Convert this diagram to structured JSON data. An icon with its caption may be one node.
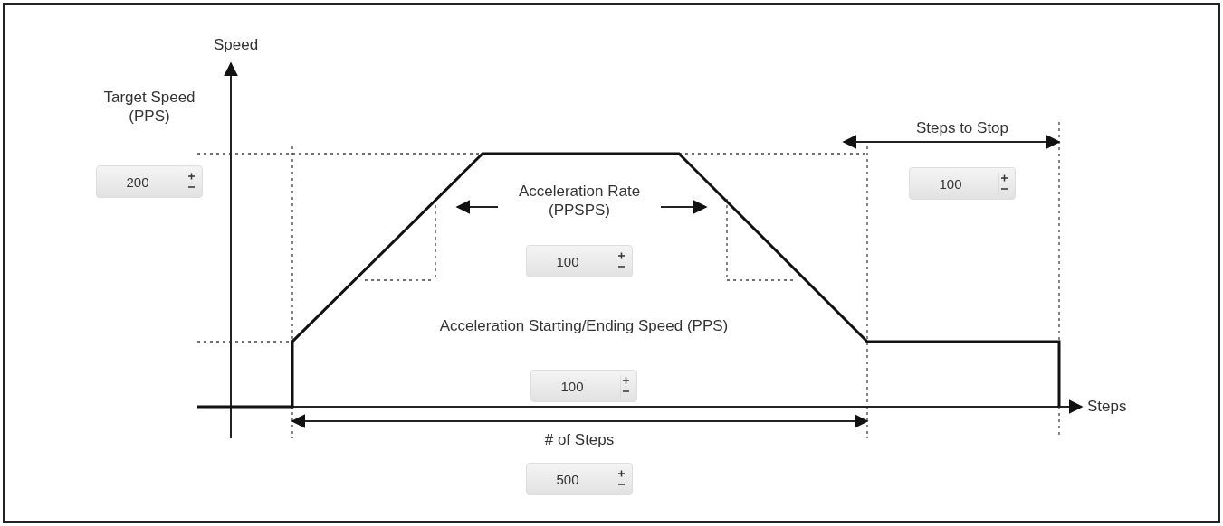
{
  "diagram": {
    "nodes": [
      {
        "text": [
          "Target Speed (PPS)",
          "200"
        ]
      },
      {
        "text": [
          "Steps to Stop",
          "100"
        ]
      },
      {
        "text": [
          "Acceleration Rate (PPSPS)",
          "100"
        ]
      },
      {
        "text": [
          "Acceleration Starting/Ending Speed (PPS)",
          "100"
        ]
      },
      {
        "text": [
          "# of Steps",
          "500"
        ]
      }
    ],
    "edges": [],
    "labels": [
      "Speed",
      "Steps"
    ]
  }
}
